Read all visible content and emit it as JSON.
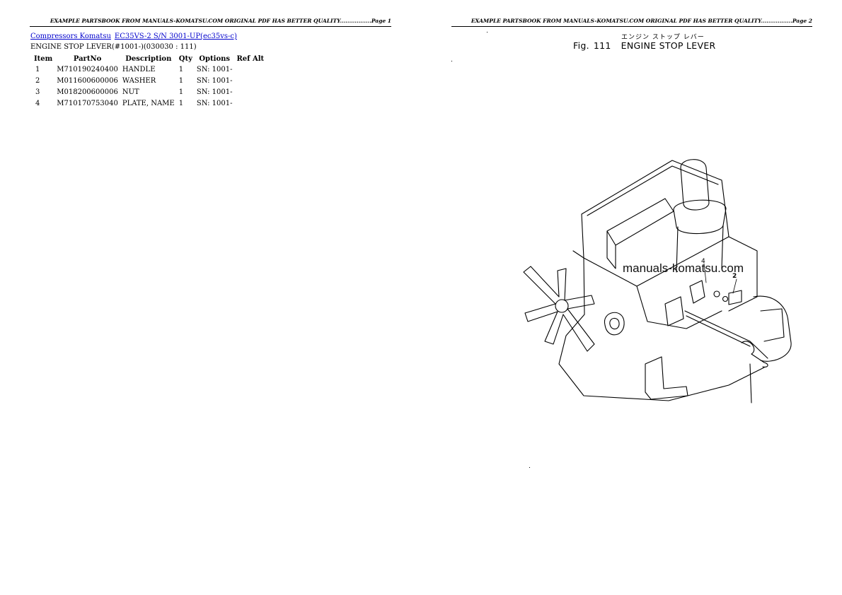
{
  "header": {
    "left": "EXAMPLE PARTSBOOK FROM MANUALS-KOMATSU.COM ORIGINAL PDF HAS BETTER QUALITY.................Page 1",
    "right": "EXAMPLE PARTSBOOK FROM MANUALS-KOMATSU.COM ORIGINAL PDF HAS BETTER QUALITY.................Page 2"
  },
  "breadcrumb": {
    "link1": "Compressors Komatsu",
    "link2": "EC35VS-2 S/N 3001-UP(ec35vs-c)"
  },
  "subtitle": "ENGINE STOP LEVER(#1001-)(030030 : 111)",
  "table": {
    "headers": [
      "Item",
      "PartNo",
      "Description",
      "Qty",
      "Options",
      "Ref Alt"
    ],
    "rows": [
      {
        "item": "1",
        "partno": "M710190240400",
        "description": "HANDLE",
        "qty": "1",
        "options": "SN: 1001-",
        "refalt": ""
      },
      {
        "item": "2",
        "partno": "M011600600006",
        "description": "WASHER",
        "qty": "1",
        "options": "SN: 1001-",
        "refalt": ""
      },
      {
        "item": "3",
        "partno": "M018200600006",
        "description": "NUT",
        "qty": "1",
        "options": "SN: 1001-",
        "refalt": ""
      },
      {
        "item": "4",
        "partno": "M710170753040",
        "description": "PLATE, NAME",
        "qty": "1",
        "options": "SN: 1001-",
        "refalt": ""
      }
    ]
  },
  "figure": {
    "japanese_title": "エンジン ストップ レバー",
    "fig_label": "Fig.",
    "fig_number": "111",
    "title": "ENGINE STOP LEVER",
    "watermark": "manuals-komatsu.com",
    "callouts": [
      "4",
      "2"
    ]
  }
}
